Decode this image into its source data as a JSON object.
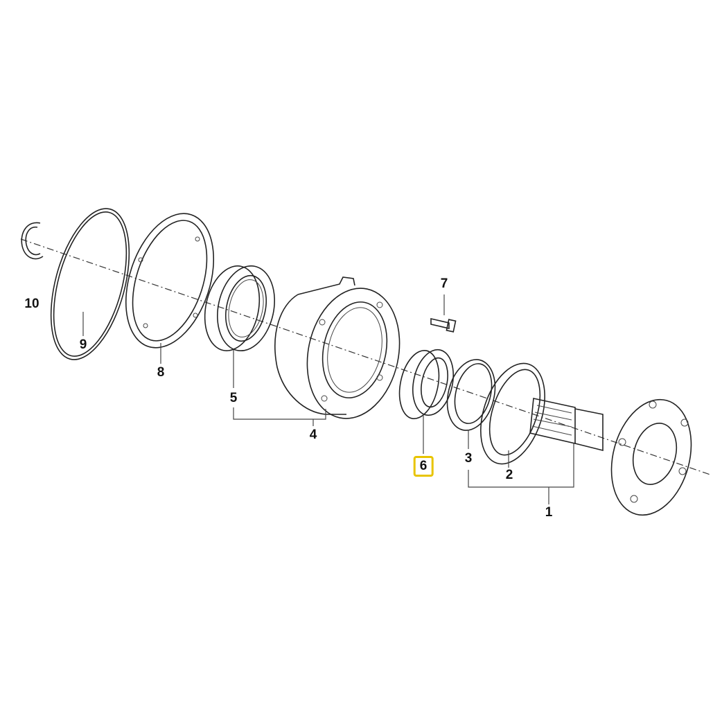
{
  "diagram": {
    "type": "exploded parts diagram",
    "highlight_color": "#e8c400",
    "highlighted_part": "6",
    "labels": [
      "1",
      "2",
      "3",
      "4",
      "5",
      "6",
      "7",
      "8",
      "9",
      "10"
    ]
  }
}
